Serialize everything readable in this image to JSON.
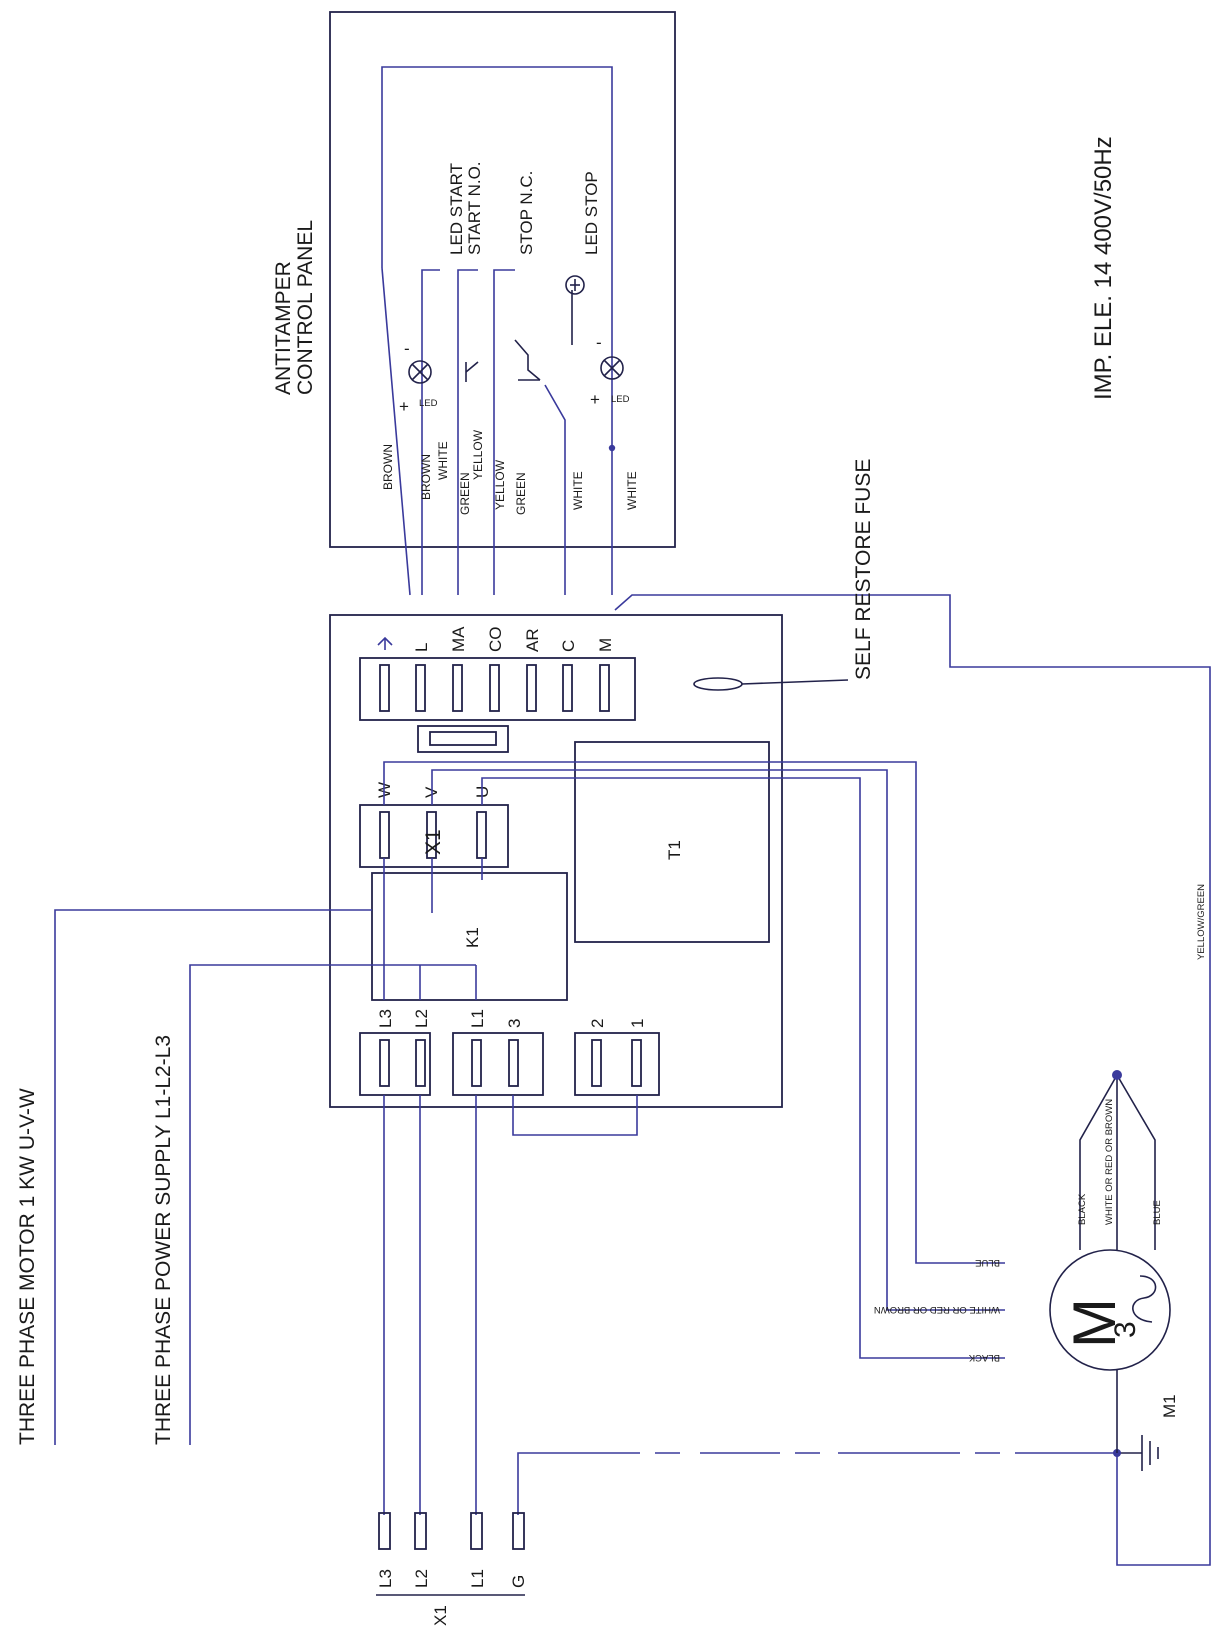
{
  "title": "IMP. ELE. 14 400V/50Hz",
  "control_panel": {
    "title_line1": "ANTITAMPER",
    "title_line2": "CONTROL PANEL",
    "items": [
      "LED START",
      "START N.O.",
      "STOP N.C.",
      "LED STOP"
    ],
    "led_tag": "LED",
    "wires": [
      "BROWN",
      "BROWN",
      "WHITE",
      "GREEN",
      "YELLOW",
      "YELLOW",
      "GREEN",
      "WHITE",
      "WHITE"
    ]
  },
  "board": {
    "top_terminals": [
      "L",
      "MA",
      "CO",
      "AR",
      "C",
      "M"
    ],
    "motor_terminals": [
      "W",
      "V",
      "U"
    ],
    "x1_label": "X1",
    "k1_label": "K1",
    "t1_label": "T1",
    "bottom_terminals": [
      "L3",
      "L2",
      "L1",
      "3",
      "2",
      "1"
    ]
  },
  "self_restore_fuse": "SELF RESTORE FUSE",
  "motor_label": "THREE PHASE MOTOR 1 KW U-V-W",
  "supply_label": "THREE PHASE POWER SUPPLY L1-L2-L3",
  "x1_block": {
    "terminals": [
      "L3",
      "L2",
      "L1",
      "G"
    ],
    "label": "X1"
  },
  "motor": {
    "symbol": "M",
    "phases": "3",
    "id": "M1",
    "wires_in": [
      "BLUE",
      "WHITE OR RED OR BROWN",
      "BLACK"
    ],
    "wires_star": [
      "BLACK",
      "WHITE OR RED OR BROWN",
      "BLUE"
    ]
  },
  "earth_wire": "YELLOW/GREEN",
  "colors": {
    "wire": "#3a3a9c",
    "line": "#22224a",
    "text": "#1a1a1a"
  }
}
